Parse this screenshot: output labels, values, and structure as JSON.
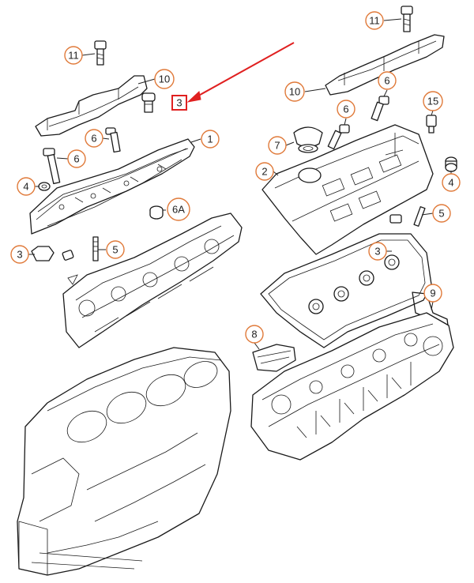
{
  "diagram": {
    "accent_color": "#e07a3a",
    "highlight_color": "#e02020",
    "callouts": [
      {
        "id": "c11-left",
        "label": "11"
      },
      {
        "id": "c10-left",
        "label": "10"
      },
      {
        "id": "c3-highlight",
        "label": "3"
      },
      {
        "id": "c6-left-a",
        "label": "6"
      },
      {
        "id": "c1",
        "label": "1"
      },
      {
        "id": "c6-left-b",
        "label": "6"
      },
      {
        "id": "c4-left",
        "label": "4"
      },
      {
        "id": "c6a",
        "label": "6A"
      },
      {
        "id": "c3-left",
        "label": "3"
      },
      {
        "id": "c5-left",
        "label": "5"
      },
      {
        "id": "c11-right",
        "label": "11"
      },
      {
        "id": "c10-right",
        "label": "10"
      },
      {
        "id": "c6-right-a",
        "label": "6"
      },
      {
        "id": "c15",
        "label": "15"
      },
      {
        "id": "c6-right-b",
        "label": "6"
      },
      {
        "id": "c7",
        "label": "7"
      },
      {
        "id": "c2",
        "label": "2"
      },
      {
        "id": "c4-right",
        "label": "4"
      },
      {
        "id": "c5-right",
        "label": "5"
      },
      {
        "id": "c3-right",
        "label": "3"
      },
      {
        "id": "c9",
        "label": "9"
      },
      {
        "id": "c8",
        "label": "8"
      }
    ]
  }
}
